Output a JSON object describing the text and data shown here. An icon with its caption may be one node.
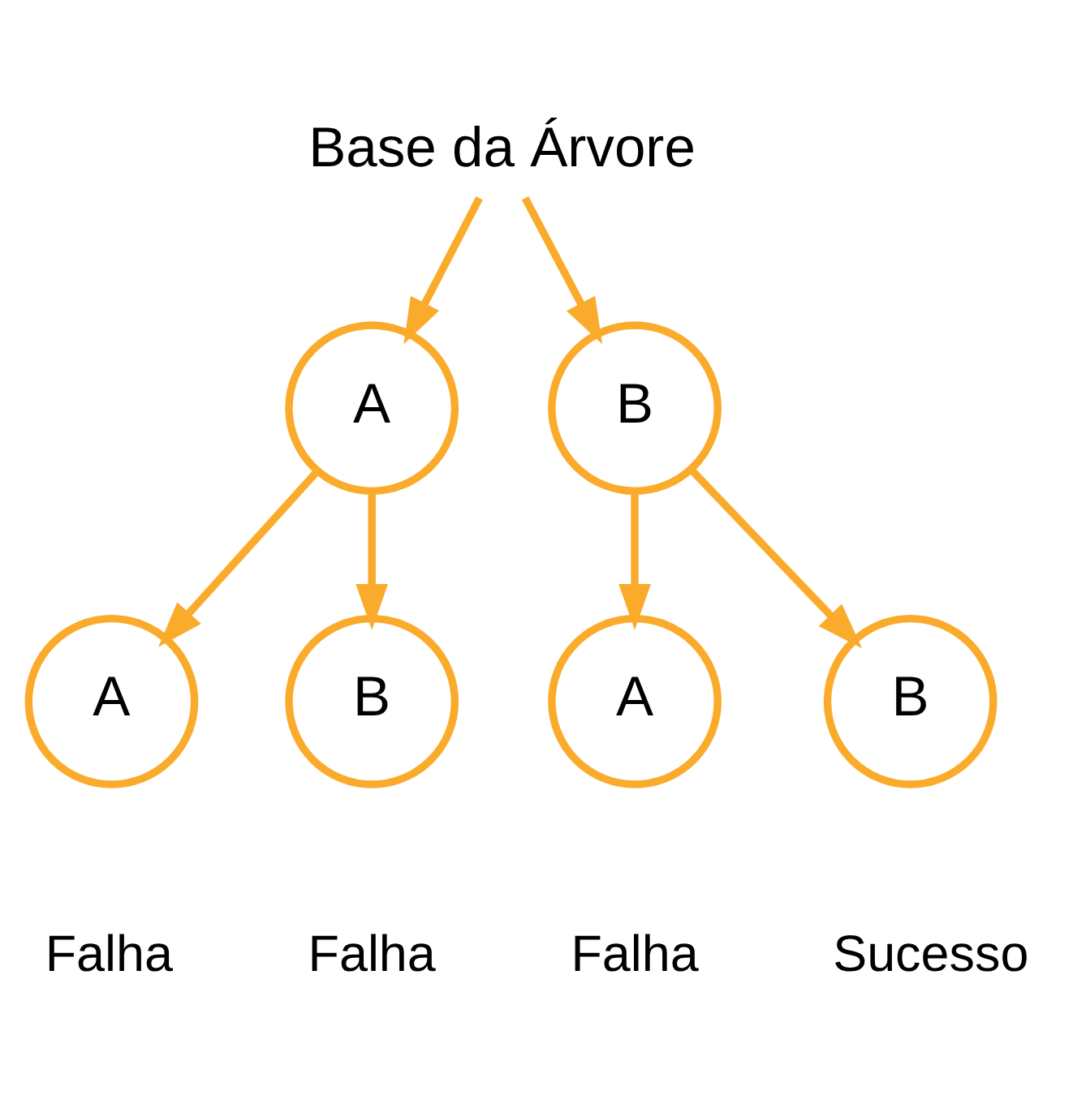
{
  "diagram": {
    "nodes": [
      {
        "text": [
          "Base da Árvore"
        ]
      },
      {
        "text": [
          "A"
        ]
      },
      {
        "text": [
          "B"
        ]
      },
      {
        "text": [
          "A"
        ],
        "beside": [
          "Falha"
        ]
      },
      {
        "text": [
          "B"
        ],
        "beside": [
          "Falha"
        ]
      },
      {
        "text": [
          "A"
        ],
        "beside": [
          "Falha"
        ]
      },
      {
        "text": [
          "B"
        ],
        "beside": [
          "Sucesso"
        ]
      }
    ],
    "edges": [
      {
        "from": 0,
        "to": 1,
        "arrow": "to"
      },
      {
        "from": 0,
        "to": 2,
        "arrow": "to"
      },
      {
        "from": 1,
        "to": 3,
        "arrow": "to"
      },
      {
        "from": 1,
        "to": 4,
        "arrow": "to"
      },
      {
        "from": 2,
        "to": 5,
        "arrow": "to"
      },
      {
        "from": 2,
        "to": 6,
        "arrow": "to"
      }
    ]
  }
}
